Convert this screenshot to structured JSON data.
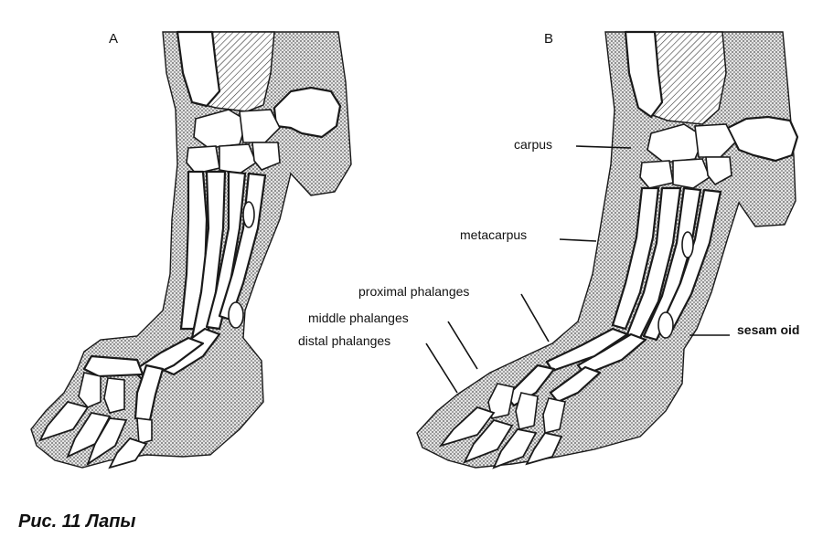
{
  "panels": {
    "a_label": "A",
    "b_label": "B"
  },
  "labels": {
    "carpus": "carpus",
    "metacarpus": "metacarpus",
    "proximal": "proximal phalanges",
    "middle": "middle phalanges",
    "distal": "distal phalanges",
    "sesamoid": "sesam oid"
  },
  "caption": "Рис. 11 Лапы"
}
